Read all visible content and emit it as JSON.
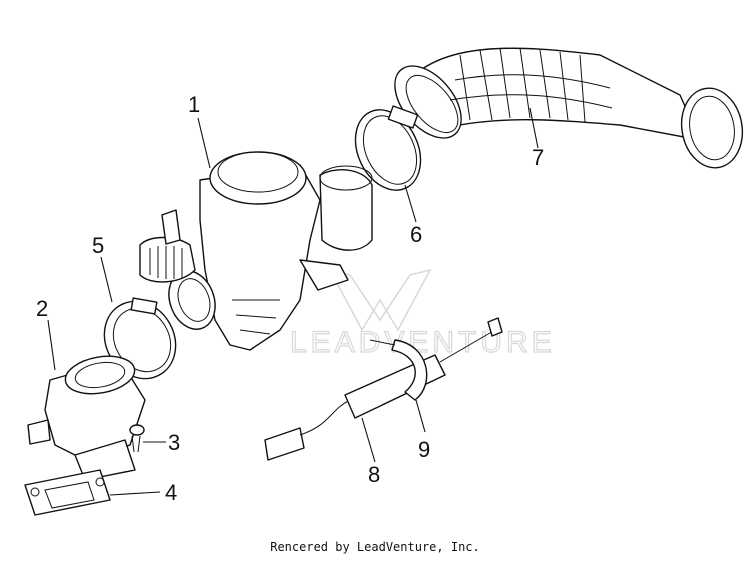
{
  "diagram": {
    "callouts": [
      {
        "id": "1",
        "label": "1"
      },
      {
        "id": "2",
        "label": "2"
      },
      {
        "id": "3",
        "label": "3"
      },
      {
        "id": "4",
        "label": "4"
      },
      {
        "id": "5",
        "label": "5"
      },
      {
        "id": "6",
        "label": "6"
      },
      {
        "id": "7",
        "label": "7"
      },
      {
        "id": "8",
        "label": "8"
      },
      {
        "id": "9",
        "label": "9"
      }
    ],
    "watermark": "LEADVENTURE",
    "credit": "Rencered by LeadVenture, Inc."
  },
  "colors": {
    "line": "#111111",
    "background": "#ffffff",
    "watermark": "#d8d8d8"
  }
}
